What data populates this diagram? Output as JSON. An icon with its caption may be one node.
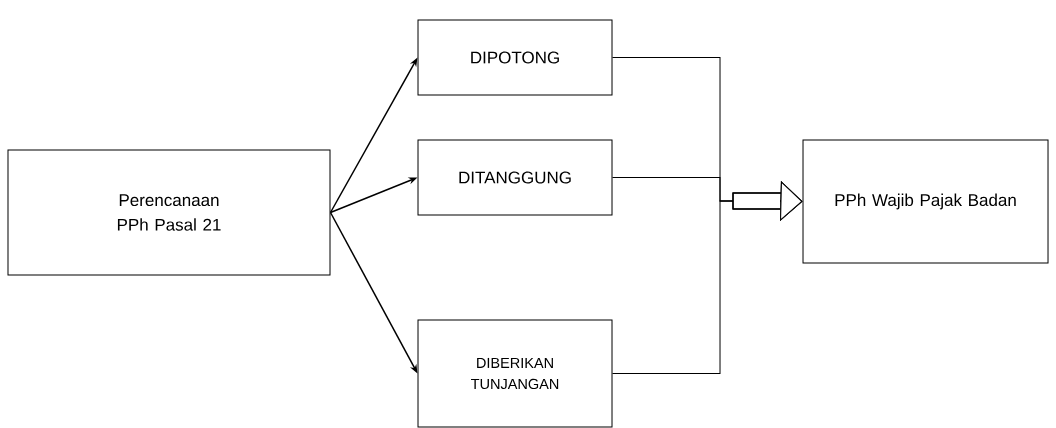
{
  "diagram": {
    "nodes": [
      {
        "text": [
          "Perencanaan PPh Pasal 21"
        ]
      },
      {
        "text": [
          "DIPOTONG"
        ]
      },
      {
        "text": [
          "DITANGGUNG"
        ]
      },
      {
        "text": [
          "DIBERIKAN TUNJANGAN"
        ]
      },
      {
        "text": [
          "PPh Wajib Pajak Badan"
        ]
      }
    ],
    "edges": [
      {
        "from": 0,
        "to": 1,
        "arrow": "to"
      },
      {
        "from": 0,
        "to": 2,
        "arrow": "to"
      },
      {
        "from": 0,
        "to": 3,
        "arrow": "to"
      },
      {
        "from": 1,
        "to": 4,
        "arrow": "to"
      },
      {
        "from": 2,
        "to": 4,
        "arrow": "to"
      },
      {
        "from": 3,
        "to": 4,
        "arrow": "to"
      }
    ]
  }
}
